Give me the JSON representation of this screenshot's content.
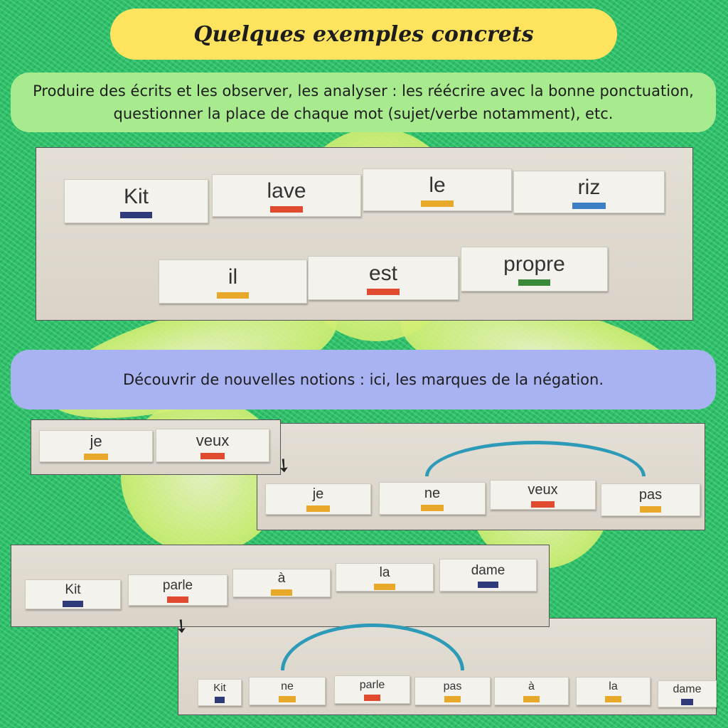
{
  "title": "Quelques exemples concrets",
  "section1": {
    "text": "Produire des écrits et les observer, les analyser : les réécrire avec la bonne ponctuation, questionner la place de chaque mot (sujet/verbe notamment), etc.",
    "cards": [
      {
        "word": "Kit",
        "color": "#2e3a7a"
      },
      {
        "word": "lave",
        "color": "#e04a2e"
      },
      {
        "word": "le",
        "color": "#e8a92a"
      },
      {
        "word": "riz",
        "color": "#3d7fc4"
      },
      {
        "word": "il",
        "color": "#e8a92a"
      },
      {
        "word": "est",
        "color": "#e04a2e"
      },
      {
        "word": "propre",
        "color": "#3a8a3a"
      }
    ]
  },
  "section2": {
    "text": "Découvrir de nouvelles notions : ici, les marques de la négation.",
    "before": [
      {
        "word": "je",
        "color": "#e8a92a"
      },
      {
        "word": "veux",
        "color": "#e04a2e"
      }
    ],
    "after": [
      {
        "word": "je",
        "color": "#e8a92a"
      },
      {
        "word": "ne",
        "color": "#e8a92a"
      },
      {
        "word": "veux",
        "color": "#e04a2e"
      },
      {
        "word": "pas",
        "color": "#e8a92a"
      }
    ]
  },
  "section3": {
    "before": [
      {
        "word": "Kit",
        "color": "#2e3a7a"
      },
      {
        "word": "parle",
        "color": "#e04a2e"
      },
      {
        "word": "à",
        "color": "#e8a92a"
      },
      {
        "word": "la",
        "color": "#e8a92a"
      },
      {
        "word": "dame",
        "color": "#2e3a7a"
      }
    ],
    "after": [
      {
        "word": "Kit",
        "color": "#2e3a7a"
      },
      {
        "word": "ne",
        "color": "#e8a92a"
      },
      {
        "word": "parle",
        "color": "#e04a2e"
      },
      {
        "word": "pas",
        "color": "#e8a92a"
      },
      {
        "word": "à",
        "color": "#e8a92a"
      },
      {
        "word": "la",
        "color": "#e8a92a"
      },
      {
        "word": "dame",
        "color": "#2e3a7a"
      }
    ]
  }
}
